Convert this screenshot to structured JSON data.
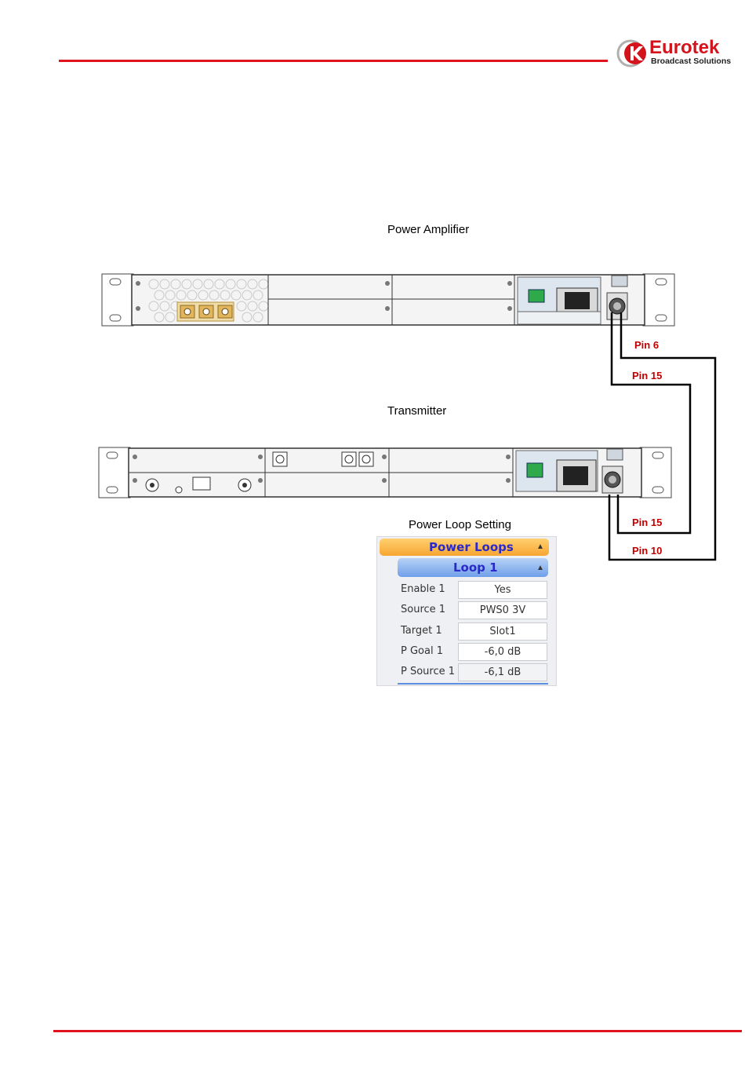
{
  "header": {
    "logo_word": "Eurotek",
    "logo_sub": "Broadcast Solutions",
    "colors": {
      "accent": "#e0141e",
      "logo_red": "#d4141c"
    }
  },
  "diagram": {
    "pa_caption": "Power Amplifier",
    "tx_caption": "Transmitter",
    "loop_caption": "Power Loop Setting",
    "pins": {
      "pa_pin6": "Pin 6",
      "pa_pin15": "Pin 15",
      "tx_pin15": "Pin 15",
      "tx_pin10": "Pin 10"
    }
  },
  "power_loops": {
    "section_title": "Power Loops",
    "loop_title": "Loop 1",
    "collapse_icon": "eject-triangle-icon",
    "rows": [
      {
        "label": "Enable 1",
        "value": "Yes"
      },
      {
        "label": "Source 1",
        "value": "PWS0 3V"
      },
      {
        "label": "Target 1",
        "value": "Slot1"
      },
      {
        "label": "P Goal 1",
        "value": "-6,0 dB"
      },
      {
        "label": "P Source 1",
        "value": "-6,1 dB"
      }
    ]
  }
}
